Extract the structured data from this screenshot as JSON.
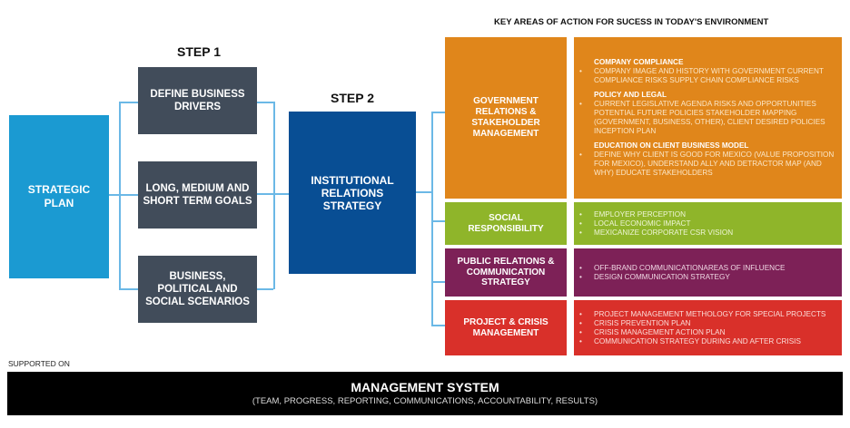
{
  "strategic_plan": "STRATEGIC PLAN",
  "step1": {
    "label": "STEP 1",
    "items": [
      "DEFINE BUSINESS DRIVERS",
      "LONG, MEDIUM AND SHORT TERM GOALS",
      "BUSINESS, POLITICAL AND SOCIAL SCENARIOS"
    ]
  },
  "step2": {
    "label": "STEP 2",
    "box": "INSTITUTIONAL RELATIONS STRATEGY"
  },
  "key_areas": {
    "title": "KEY AREAS OF ACTION FOR SUCESS IN TODAY'S ENVIRONMENT",
    "areas": [
      {
        "name": "GOVERNMENT RELATIONS & STAKEHOLDER MANAGEMENT",
        "color": "#e0861b",
        "groups": [
          {
            "heading": "COMPANY COMPLIANCE",
            "text": "COMPANY IMAGE AND HISTORY WITH GOVERNMENT CURRENT COMPLIANCE RISKS SUPPLY CHAIN COMPLIANCE RISKS"
          },
          {
            "heading": "POLICY AND LEGAL",
            "text": "CURRENT LEGISLATIVE AGENDA RISKS AND OPPORTUNITIES POTENTIAL FUTURE POLICIES STAKEHOLDER MAPPING (GOVERNMENT, BUSINESS, OTHER), CLIENT DESIRED POLICIES INCEPTION PLAN"
          },
          {
            "heading": "EDUCATION ON CLIENT BUSINESS MODEL",
            "text": "DEFINE WHY CLIENT IS GOOD FOR MEXICO (VALUE PROPOSITION FOR MEXICO), UNDERSTAND ALLY AND DETRACTOR MAP (AND WHY) EDUCATE STAKEHOLDERS"
          }
        ]
      },
      {
        "name": "SOCIAL RESPONSIBILITY",
        "color": "#8fb52a",
        "bullets": [
          "EMPLOYER PERCEPTION",
          "LOCAL ECONOMIC IMPACT",
          "MEXICANIZE CORPORATE CSR VISION"
        ]
      },
      {
        "name": "PUBLIC RELATIONS & COMMUNICATION STRATEGY",
        "color": "#7d2157",
        "bullets": [
          "OFF-BRAND COMMUNICATIONAREAS OF INFLUENCE",
          "DESIGN COMMUNICATION STRATEGY"
        ]
      },
      {
        "name": "PROJECT & CRISIS MANAGEMENT",
        "color": "#d9302a",
        "bullets": [
          "PROJECT MANAGEMENT METHOLOGY FOR SPECIAL PROJECTS",
          "CRISIS PREVENTION PLAN",
          "CRISIS MANAGEMENT ACTION PLAN",
          "COMMUNICATION STRATEGY DURING AND AFTER CRISIS"
        ]
      }
    ]
  },
  "supported_on": "SUPPORTED ON",
  "management": {
    "title": "MANAGEMENT SYSTEM",
    "subtitle": "(TEAM, PROGRESS, REPORTING, COMMUNICATIONS, ACCOUNTABILITY, RESULTS)"
  },
  "colors": {
    "strategic": "#1b9ad2",
    "step1": "#414c5a",
    "step2": "#084e94",
    "connector": "#6bb8e6"
  }
}
